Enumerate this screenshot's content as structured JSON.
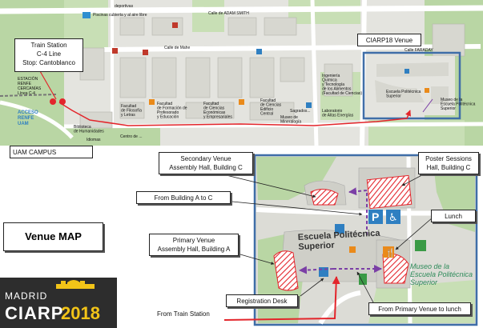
{
  "top_map": {
    "callouts": {
      "train_station": [
        "Train Station",
        "C-4 Line",
        "Stop: Cantoblanco"
      ],
      "ciarp_venue": "CIARP18 Venue",
      "campus": "UAM CAMPUS"
    },
    "streets": [
      "Calle de ADAM SMITH",
      "Calle de Mahe",
      "Calle FARADAY"
    ],
    "places": {
      "piscinas": "Piscinas cubierta y al aire libre",
      "deportivas": "deportivas",
      "estacion": [
        "ESTACIÓN",
        "RENFE",
        "CERCANÍAS",
        "Línea C-4"
      ],
      "acceso_renfe": [
        "ACCESO",
        "RENFE",
        "UAM"
      ],
      "filosofia": [
        "Facultad",
        "de Filosofía",
        "y Letras"
      ],
      "formacion": [
        "Facultad",
        "de Formación de",
        "Profesorado",
        "y Educación"
      ],
      "economicas": [
        "Facultad",
        "de Ciencias",
        "Económicas",
        "y Empresariales"
      ],
      "ciencias": [
        "Facultad",
        "de Ciencias",
        "Edificio",
        "Central"
      ],
      "ingenieria": [
        "Ingeniería",
        "Química",
        "y Tecnología",
        "de los Alimentos",
        "(Facultad de Ciencias)"
      ],
      "museo_mineralogia": [
        "Museo de",
        "Mineralogía"
      ],
      "laboratorio": [
        "Laboratorio",
        "de Altas Energías"
      ],
      "escuela": [
        "Escuela Politécnica",
        "Superior"
      ],
      "museo_escuela": [
        "Museo de la",
        "Escuela Politécnica",
        "Superior"
      ],
      "humanidades": [
        "Biblioteca",
        "de Humanidades"
      ],
      "idiomas": "Idiomas",
      "deporte": "Centro de ...",
      "sagrada": "Sagrados..."
    }
  },
  "venue_map": {
    "title": "Venue MAP",
    "building_label": [
      "Escuela Politécnica",
      "Superior"
    ],
    "museum_label": [
      "Museo de la",
      "Escuela Politécnica",
      "Superior"
    ],
    "callouts": {
      "secondary": [
        "Secondary Venue",
        "Assembly Hall, Building C"
      ],
      "poster": [
        "Poster Sessions",
        "Hall, Building C"
      ],
      "a_to_c": "From Building A to C",
      "lunch": "Lunch",
      "primary": [
        "Primary Venue",
        "Assembly Hall, Building A"
      ],
      "registration": "Registration Desk",
      "from_train": "From Train Station",
      "to_lunch": "From Primary Venue to lunch"
    }
  },
  "logo": {
    "madrid": "MADRID",
    "ciarp": "CIARP",
    "year": "2018"
  },
  "colors": {
    "map_green": "#b9d6a4",
    "map_gray": "#e4e4df",
    "building": "#d7d7d0",
    "route_red": "#e3252b",
    "route_purple": "#7b3fa6",
    "frame_blue": "#3f6ea8",
    "parking_blue": "#2f7fc1",
    "logo_yellow": "#f2c418"
  }
}
